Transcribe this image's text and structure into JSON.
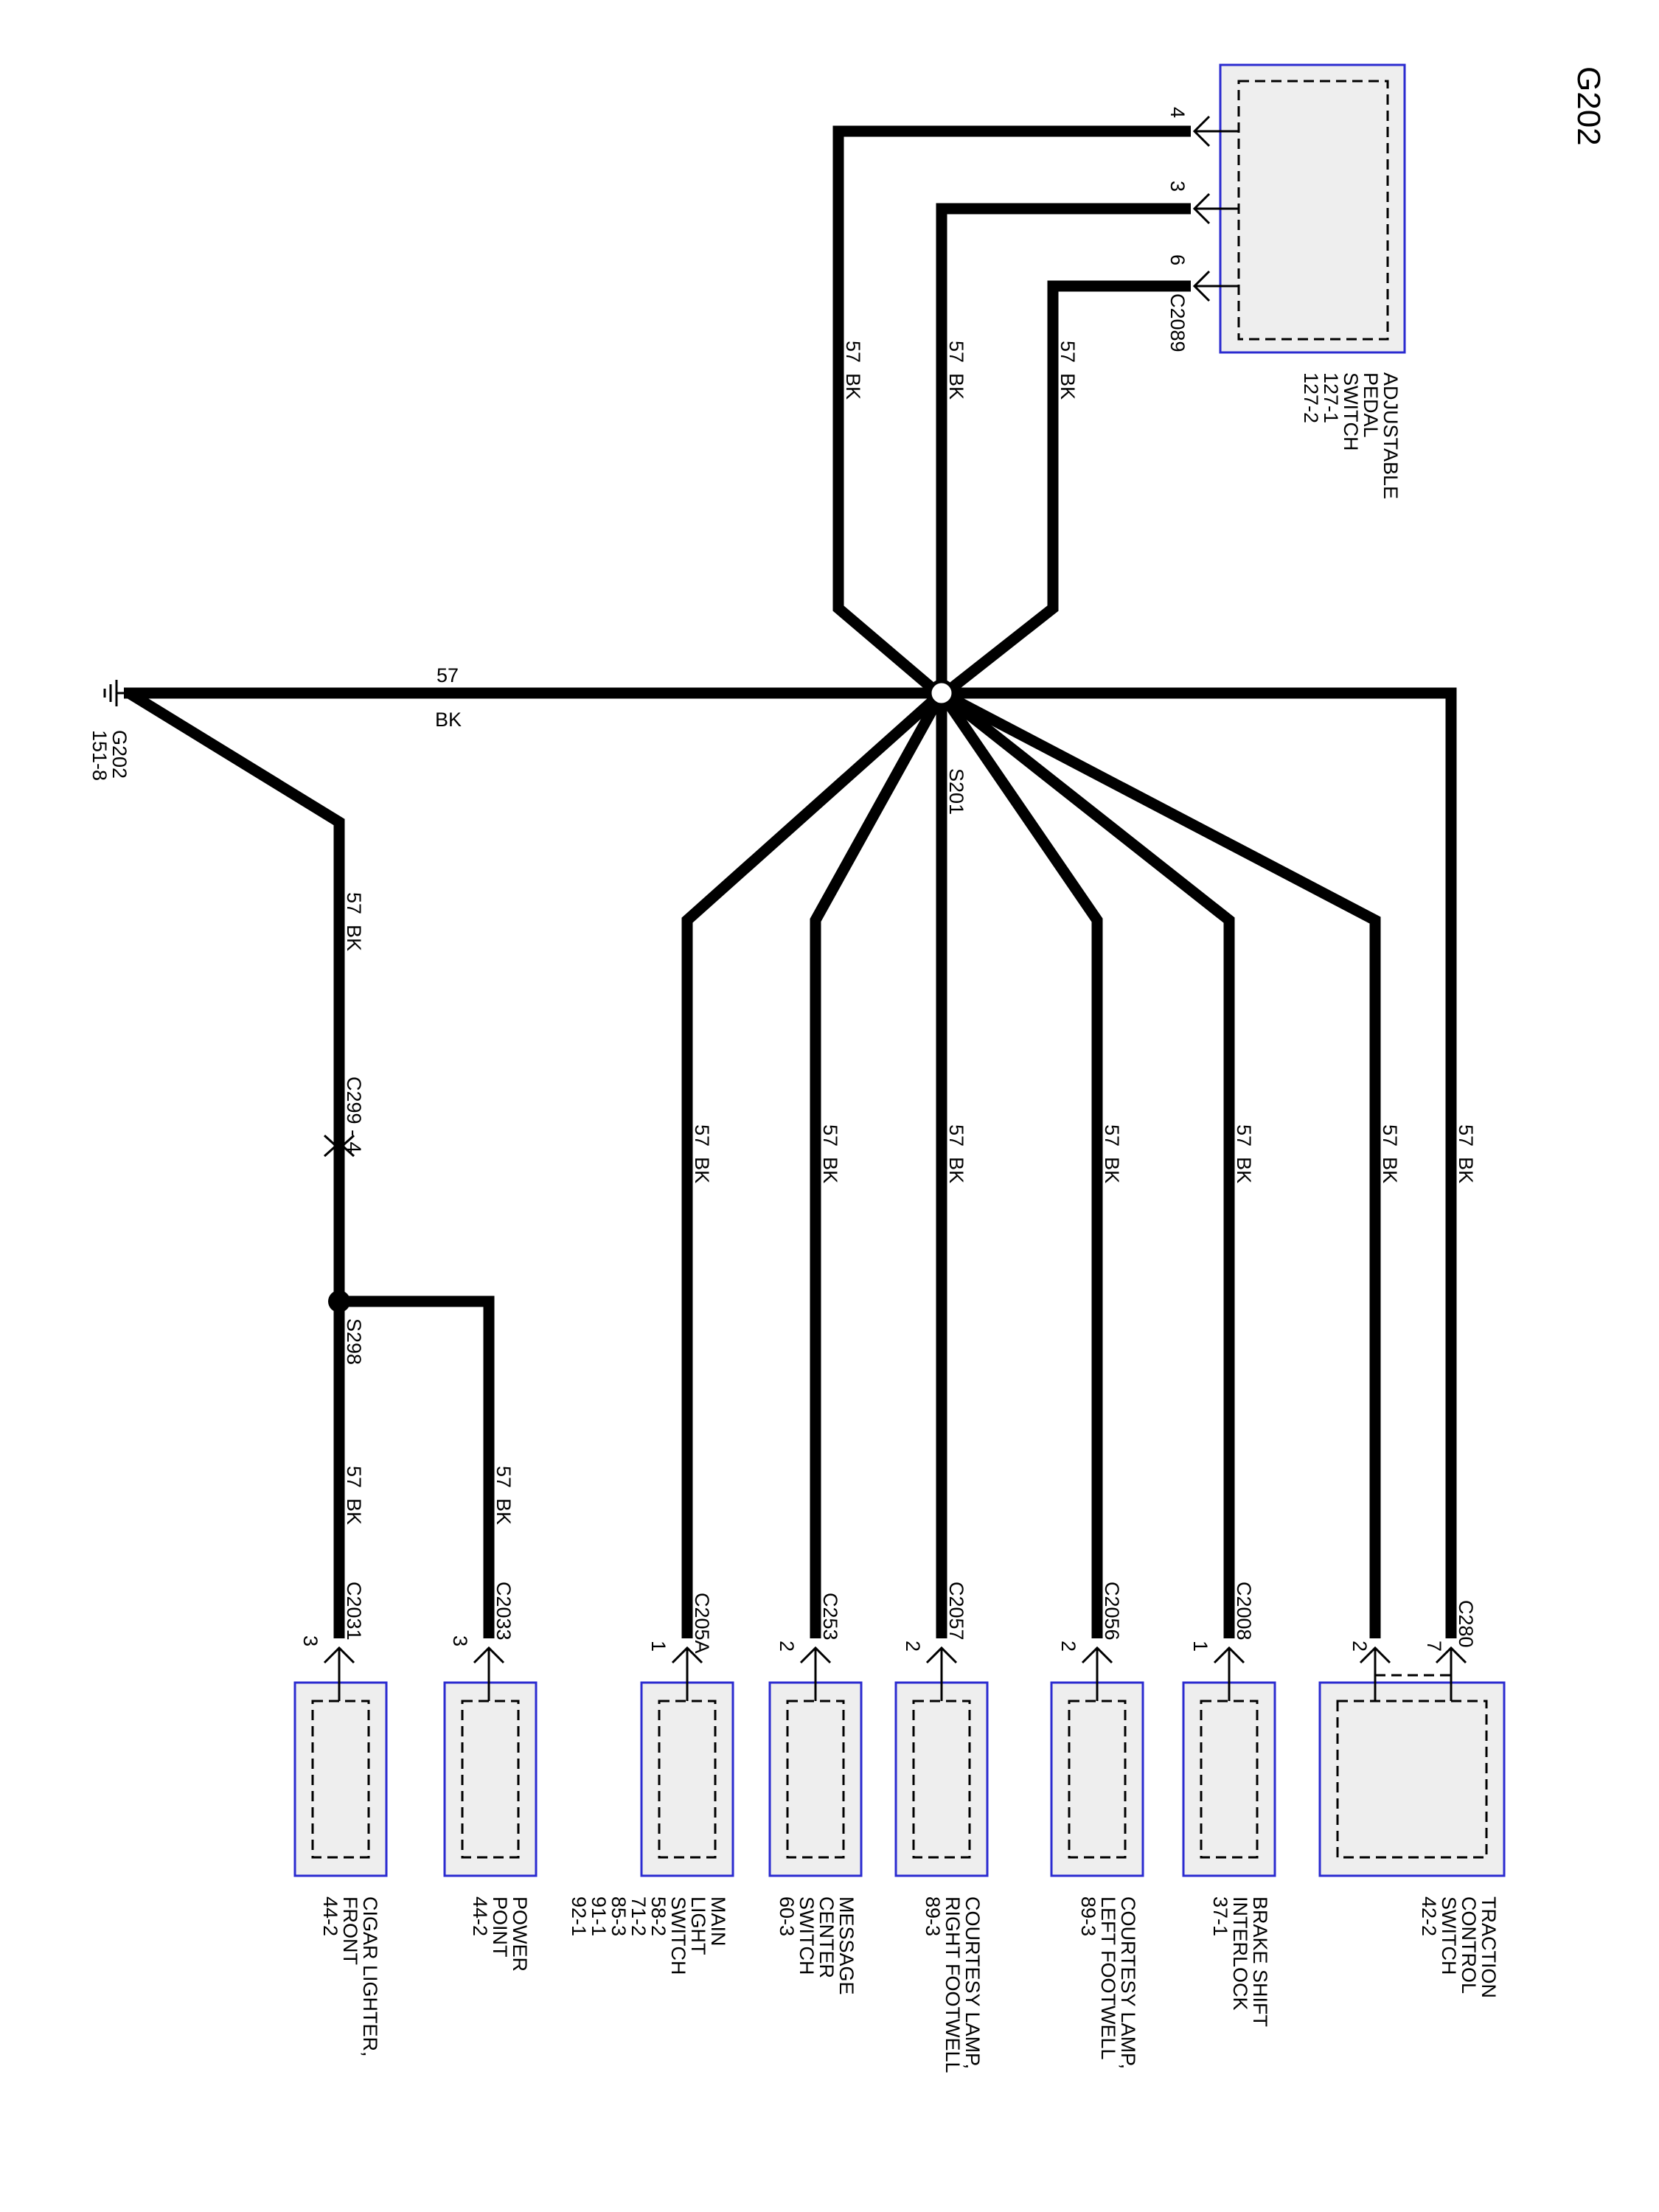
{
  "page_title": "G202",
  "ground": {
    "name": "G202",
    "ref": "151-8"
  },
  "main_wire": {
    "gauge": "57",
    "color": "BK"
  },
  "splices": {
    "s201": "S201",
    "s298": "S298"
  },
  "inline_connector": "C299 - 4",
  "adjustable_pedal": {
    "name_lines": [
      "ADJUSTABLE",
      "PEDAL",
      "SWITCH",
      "127-1",
      "127-2"
    ],
    "connector": "C2089",
    "pins": [
      "4",
      "3",
      "6"
    ]
  },
  "wire_labels": {
    "pedal_a": [
      "57",
      "BK"
    ],
    "pedal_b": [
      "57",
      "BK"
    ],
    "pedal_c": [
      "57",
      "BK"
    ],
    "ground_drop": [
      "57",
      "BK"
    ],
    "cigar": [
      "57",
      "BK"
    ],
    "power": [
      "57",
      "BK"
    ],
    "main_light": [
      "57",
      "BK"
    ],
    "message": [
      "57",
      "BK"
    ],
    "right_fw": [
      "57",
      "BK"
    ],
    "left_fw": [
      "57",
      "BK"
    ],
    "brake": [
      "57",
      "BK"
    ],
    "traction_a": [
      "57",
      "BK"
    ],
    "traction_b": [
      "57",
      "BK"
    ]
  },
  "components": [
    {
      "key": "cigar",
      "connector": "C2031",
      "pins": [
        "3"
      ],
      "name_lines": [
        "CIGAR LIGHTER,",
        "FRONT",
        "44-2"
      ]
    },
    {
      "key": "power",
      "connector": "C2033",
      "pins": [
        "3"
      ],
      "name_lines": [
        "POWER",
        "POINT",
        "44-2"
      ]
    },
    {
      "key": "main_light",
      "connector": "C205A",
      "pins": [
        "1"
      ],
      "name_lines": [
        "MAIN",
        "LIGHT",
        "SWITCH",
        "58-2",
        "71-2",
        "85-3",
        "91-1",
        "92-1"
      ]
    },
    {
      "key": "message",
      "connector": "C253",
      "pins": [
        "2"
      ],
      "name_lines": [
        "MESSAGE",
        "CENTER",
        "SWITCH",
        "60-3"
      ]
    },
    {
      "key": "right_fw",
      "connector": "C2057",
      "pins": [
        "2"
      ],
      "name_lines": [
        "COURTESY LAMP,",
        "RIGHT FOOTWELL",
        "89-3"
      ]
    },
    {
      "key": "left_fw",
      "connector": "C2056",
      "pins": [
        "2"
      ],
      "name_lines": [
        "COURTESY LAMP,",
        "LEFT FOOTWELL",
        "89-3"
      ]
    },
    {
      "key": "brake",
      "connector": "C2008",
      "pins": [
        "1"
      ],
      "name_lines": [
        "BRAKE SHIFT",
        "INTERLOCK",
        "37-1"
      ]
    },
    {
      "key": "traction",
      "connector": "C280",
      "pins": [
        "2",
        "7"
      ],
      "name_lines": [
        "TRACTION",
        "CONTROL",
        "SWITCH",
        "42-2"
      ]
    }
  ]
}
